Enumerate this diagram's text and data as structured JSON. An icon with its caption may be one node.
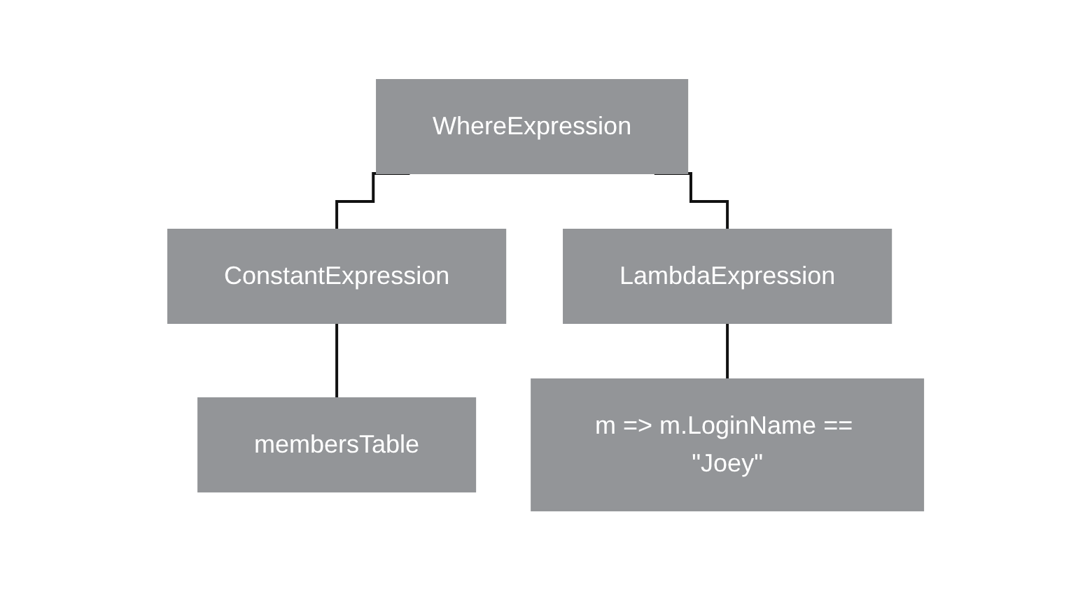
{
  "diagram": {
    "nodes": [
      {
        "text": [
          "WhereExpression"
        ]
      },
      {
        "text": [
          "ConstantExpression"
        ]
      },
      {
        "text": [
          "LambdaExpression"
        ]
      },
      {
        "text": [
          "membersTable"
        ]
      },
      {
        "text": [
          "m => m.LoginName == \"Joey\""
        ]
      }
    ],
    "edges": [
      {
        "from": 0,
        "to": 1,
        "arrow": "none"
      },
      {
        "from": 0,
        "to": 2,
        "arrow": "none"
      },
      {
        "from": 1,
        "to": 3,
        "arrow": "none"
      },
      {
        "from": 2,
        "to": 4,
        "arrow": "none"
      }
    ]
  }
}
